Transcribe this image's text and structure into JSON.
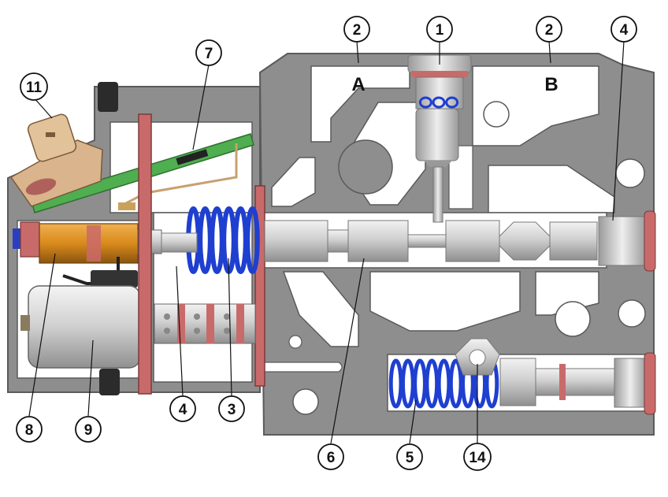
{
  "callouts": {
    "c1": "1",
    "c2a": "2",
    "c2b": "2",
    "c4top": "4",
    "c4bottom": "4",
    "c3": "3",
    "c5": "5",
    "c6": "6",
    "c7": "7",
    "c8": "8",
    "c9": "9",
    "c11": "11",
    "c14": "14"
  },
  "ports": {
    "a": "A",
    "b": "B"
  },
  "colors": {
    "housing": "#8e8e8e",
    "housing_edge": "#5a5a5a",
    "cavity": "#ffffff",
    "spring_blue": "#1f3fd0",
    "flange_red": "#c96a6a",
    "coil_orange": "#d9891c",
    "pcb_green": "#4fae4f",
    "connector_tan": "#d9b48c",
    "metal": "#c8c8c8"
  }
}
